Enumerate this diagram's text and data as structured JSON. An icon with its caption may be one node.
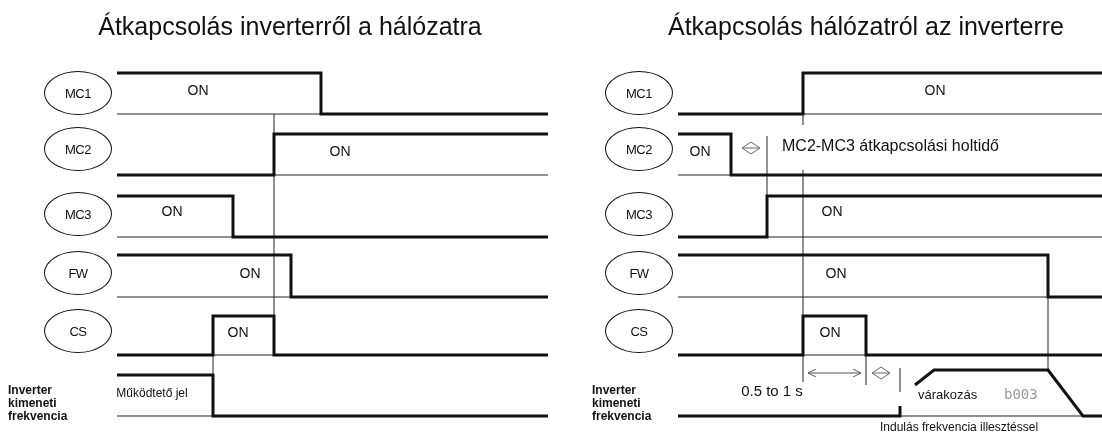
{
  "diagram": {
    "nodes": [
      {
        "text": [
          "MC1"
        ]
      },
      {
        "text": [
          "MC2"
        ]
      },
      {
        "text": [
          "MC3"
        ]
      },
      {
        "text": [
          "FW"
        ]
      },
      {
        "text": [
          "CS"
        ]
      },
      {
        "text": [
          "MC1"
        ]
      },
      {
        "text": [
          "MC2"
        ]
      },
      {
        "text": [
          "MC3"
        ]
      },
      {
        "text": [
          "FW"
        ]
      },
      {
        "text": [
          "CS"
        ]
      }
    ],
    "labels": [
      "Átkapcsolás inverterről a hálózatra",
      "ON",
      "ON",
      "ON",
      "ON",
      "ON",
      "Inverter kimeneti frekvencia",
      "Működtető jel",
      "Átkapcsolás hálózatról az inverterre",
      "ON",
      "ON",
      "MC2-MC3 átkapcsolási holtidő",
      "ON",
      "ON",
      "ON",
      "Inverter kimeneti frekvencia",
      "0.5 to 1 s",
      "várakozás",
      "b003",
      "Indulás frekvencia illesztéssel"
    ]
  }
}
